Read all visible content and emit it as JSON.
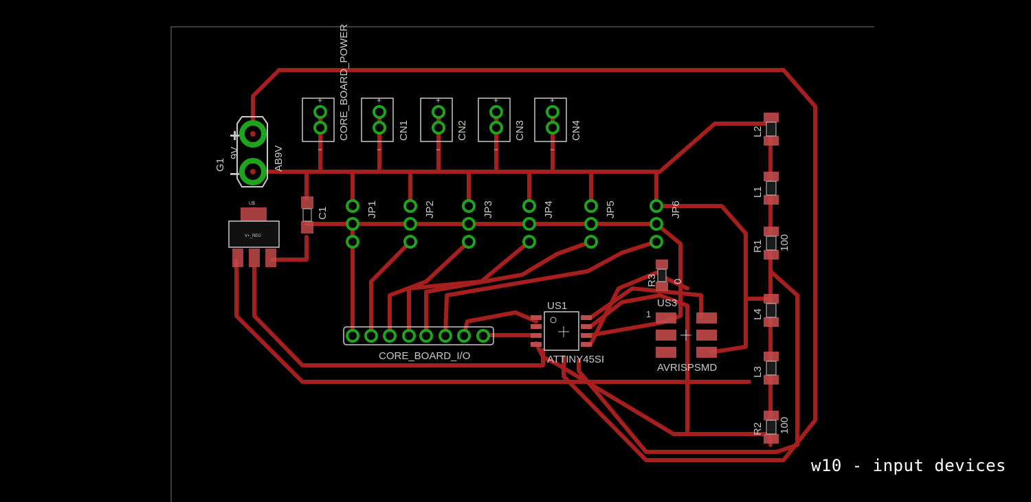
{
  "caption": "w10 - input devices",
  "colors": {
    "background": "#000000",
    "board_outline": "#7a7a7a",
    "trace": "#a61f1f",
    "pad_ring": "#1fa31f",
    "silkscreen": "#c9c9c9",
    "smd_pad": "#c24a4a"
  },
  "labels": {
    "core_board_power": "CORE_BOARD_POWER",
    "g1": "G1",
    "g1_value": "9V",
    "g1_part": "AB9V",
    "plus": "+",
    "minus": "−",
    "c1": "C1",
    "u_reg": "U$",
    "u_reg_value": "V+_REG",
    "cn1": "CN1",
    "cn2": "CN2",
    "cn3": "CN3",
    "cn4": "CN4",
    "jp1": "JP1",
    "jp2": "JP2",
    "jp3": "JP3",
    "jp4": "JP4",
    "jp5": "JP5",
    "jp6": "JP6",
    "core_board_io": "CORE_BOARD_I/O",
    "us1": "US1",
    "attiny": "ATTINY45SI",
    "us3": "US3",
    "avrisp": "AVRISPSMD",
    "pin1": "1",
    "r3": "R3",
    "r3_value": "0",
    "l2": "L2",
    "l1": "L1",
    "r1": "R1",
    "r1_value": "100",
    "l4": "L4",
    "l3": "L3",
    "r2": "R2",
    "r2_value": "100"
  }
}
